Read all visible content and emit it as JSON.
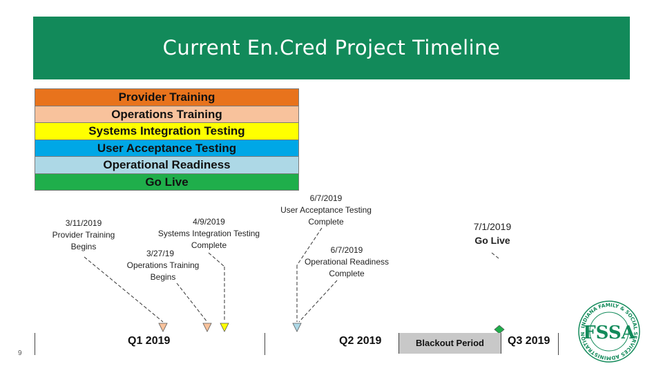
{
  "slide": {
    "title": "Current En.Cred Project Timeline",
    "page_number": "9"
  },
  "legend": [
    {
      "label": "Provider Training",
      "color": "#e8731c"
    },
    {
      "label": "Operations Training",
      "color": "#f8c29c"
    },
    {
      "label": "Systems Integration Testing",
      "color": "#ffff00"
    },
    {
      "label": "User Acceptance Testing",
      "color": "#00a7e6"
    },
    {
      "label": "Operational Readiness",
      "color": "#add8e6"
    },
    {
      "label": "Go Live",
      "color": "#1fae4b"
    }
  ],
  "milestones": [
    {
      "date": "3/11/2019",
      "text1": "Provider Training",
      "text2": "Begins",
      "color": "#f8c29c"
    },
    {
      "date": "4/9/2019",
      "text1": "Systems Integration Testing",
      "text2": "Complete",
      "color": "#ffff00"
    },
    {
      "date": "3/27/19",
      "text1": "Operations Training",
      "text2": "Begins",
      "color": "#f8c29c"
    },
    {
      "date": "6/7/2019",
      "text1": "User Acceptance Testing",
      "text2": "Complete",
      "color": "#add8e6"
    },
    {
      "date": "6/7/2019",
      "text1": "Operational Readiness",
      "text2": "Complete",
      "color": "#add8e6"
    },
    {
      "date": "7/1/2019",
      "text1": "Go Live",
      "color": "#1fae4b"
    }
  ],
  "timeline": {
    "quarters": [
      "Q1 2019",
      "Q2 2019",
      "Q3 2019"
    ],
    "blackout_label": "Blackout Period"
  },
  "logo": {
    "letters": "FSSA",
    "ring_text": "INDIANA FAMILY & SOCIAL SERVICES ADMINISTRATION",
    "color": "#128a5a"
  }
}
